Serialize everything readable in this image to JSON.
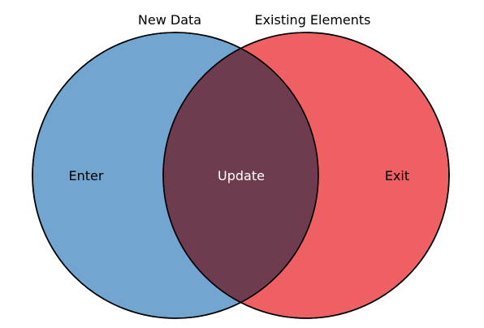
{
  "diagram": {
    "type": "venn",
    "sets": [
      {
        "id": "new_data",
        "title": "New Data",
        "color": "#72A5CF"
      },
      {
        "id": "existing_elements",
        "title": "Existing Elements",
        "color": "#EE6063"
      }
    ],
    "regions": [
      {
        "id": "enter",
        "label": "Enter",
        "sets": [
          "new_data"
        ],
        "text_color": "#000000"
      },
      {
        "id": "update",
        "label": "Update",
        "sets": [
          "new_data",
          "existing_elements"
        ],
        "color": "#6E3C4E",
        "text_color": "#ffffff"
      },
      {
        "id": "exit",
        "label": "Exit",
        "sets": [
          "existing_elements"
        ],
        "text_color": "#000000"
      }
    ],
    "stroke_color": "#000000"
  }
}
